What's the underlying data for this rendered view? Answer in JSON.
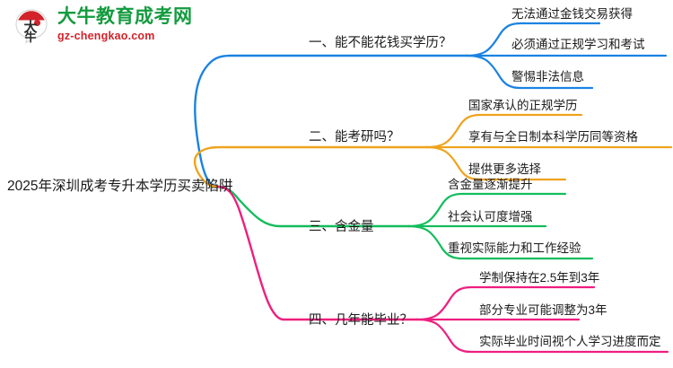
{
  "brand": {
    "mark_text": "大牛",
    "name_cn": "大牛教育成考网",
    "name_en": "gz-chengkao.com",
    "color_cn": "#149b3f",
    "color_en": "#d2232a",
    "mark_color": "#d2232a"
  },
  "mindmap": {
    "root": {
      "label": "2025年深圳成考专升本学历买卖陷阱"
    },
    "branches": [
      {
        "label": "一、能不能花钱买学历？",
        "color": "#1a82e2",
        "children": [
          {
            "label": "无法通过金钱交易获得"
          },
          {
            "label": "必须通过正规学习和考试"
          },
          {
            "label": "警惕非法信息"
          }
        ]
      },
      {
        "label": "二、能考研吗？",
        "color": "#efa31d",
        "children": [
          {
            "label": "国家承认的正规学历"
          },
          {
            "label": "享有与全日制本科学历同等资格"
          },
          {
            "label": "提供更多选择"
          }
        ]
      },
      {
        "label": "三、含金量",
        "color": "#12bd5c",
        "children": [
          {
            "label": "含金量逐渐提升"
          },
          {
            "label": "社会认可度增强"
          },
          {
            "label": "重视实际能力和工作经验"
          }
        ]
      },
      {
        "label": "四、几年能毕业？",
        "color": "#ef1e7f",
        "children": [
          {
            "label": "学制保持在2.5年到3年"
          },
          {
            "label": "部分专业可能调整为3年"
          },
          {
            "label": "实际毕业时间视个人学习进度而定"
          }
        ]
      }
    ]
  }
}
